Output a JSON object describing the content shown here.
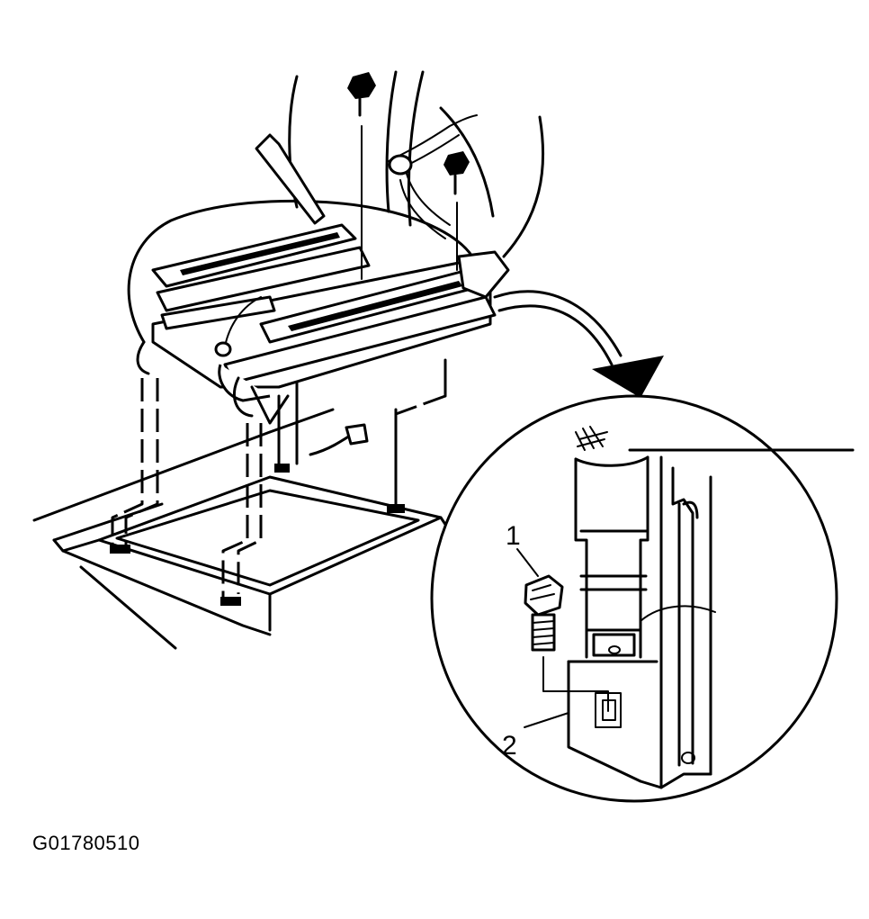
{
  "callouts": [
    {
      "number": "1"
    },
    {
      "number": "2"
    }
  ],
  "figure_code": "G01780510",
  "colors": {
    "line": "#000000",
    "background": "#ffffff"
  }
}
